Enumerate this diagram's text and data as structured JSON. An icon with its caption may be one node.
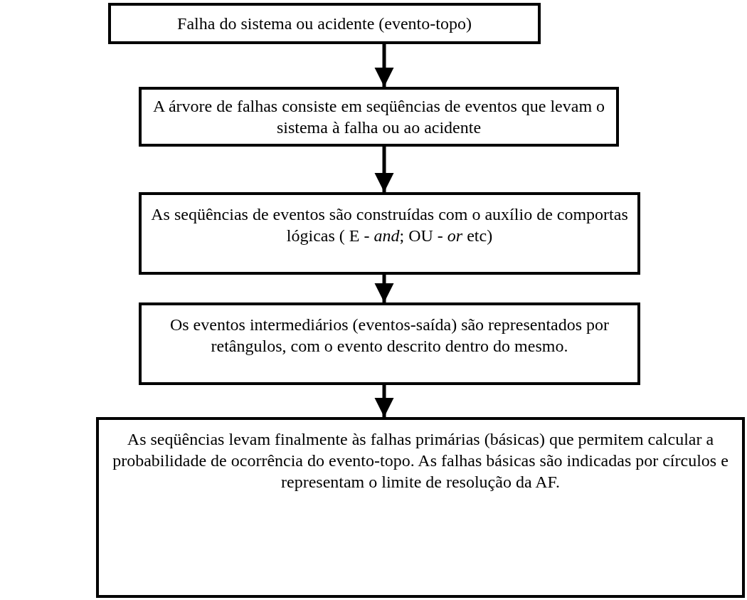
{
  "diagram": {
    "nodes": [
      {
        "text": [
          "Falha do sistema ou acidente (evento-topo)"
        ]
      },
      {
        "text": [
          "A árvore de falhas consiste em seqüências de eventos que levam o sistema à falha ou ao acidente"
        ]
      },
      {
        "text": [
          "As seqüências de eventos são construídas com o auxílio de comportas lógicas ( E - *and*; OU - *or* etc)"
        ]
      },
      {
        "text": [
          "Os eventos intermediários (eventos-saída) são representados por retângulos, com o evento descrito dentro do mesmo."
        ]
      },
      {
        "text": [
          "As seqüências levam finalmente às falhas primárias (básicas) que permitem calcular a probabilidade de ocorrência do evento-topo. As falhas básicas são indicadas por círculos e representam o limite de resolução da AF."
        ]
      }
    ],
    "edges": [
      {
        "from": 0,
        "to": 1,
        "arrow": "to"
      },
      {
        "from": 1,
        "to": 2,
        "arrow": "to"
      },
      {
        "from": 2,
        "to": 3,
        "arrow": "to"
      },
      {
        "from": 3,
        "to": 4,
        "arrow": "to"
      }
    ]
  }
}
